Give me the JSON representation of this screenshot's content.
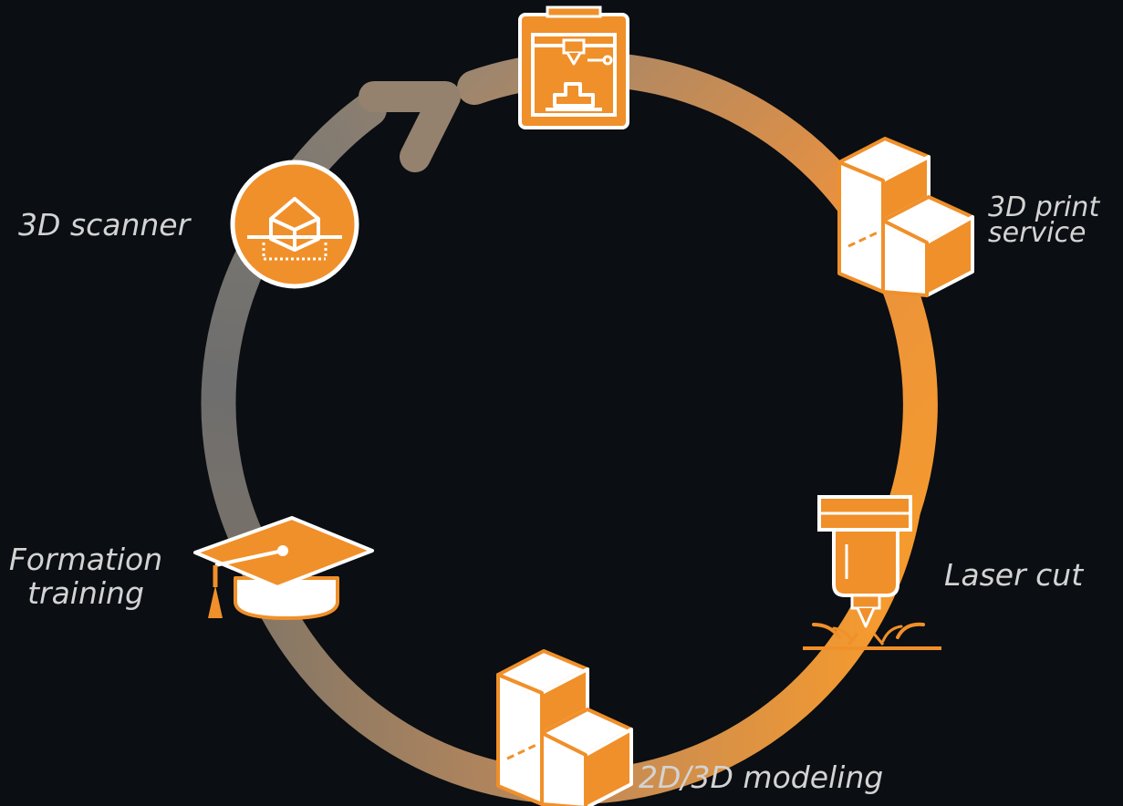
{
  "colors": {
    "background": "#0b0e12",
    "orange": "#f0902a",
    "orange_light": "#e5934a",
    "gray": "#6e6e6e",
    "taupe": "#9a8570",
    "white": "#ffffff",
    "label": "#d3d3d3"
  },
  "steps": [
    {
      "id": "3d-printer",
      "icon": "3d-printer-icon",
      "label": ""
    },
    {
      "id": "3d-print-service",
      "icon": "3d-print-service-icon",
      "label_lines": [
        "3D print",
        "service"
      ]
    },
    {
      "id": "laser-cut",
      "icon": "laser-cutter-icon",
      "label": "Laser cut"
    },
    {
      "id": "modeling",
      "icon": "3d-model-icon",
      "label": "2D/3D modeling"
    },
    {
      "id": "training",
      "icon": "graduation-cap-icon",
      "label_lines": [
        "Formation",
        "training"
      ]
    },
    {
      "id": "scanner",
      "icon": "3d-scanner-icon",
      "label": "3D scanner"
    }
  ]
}
